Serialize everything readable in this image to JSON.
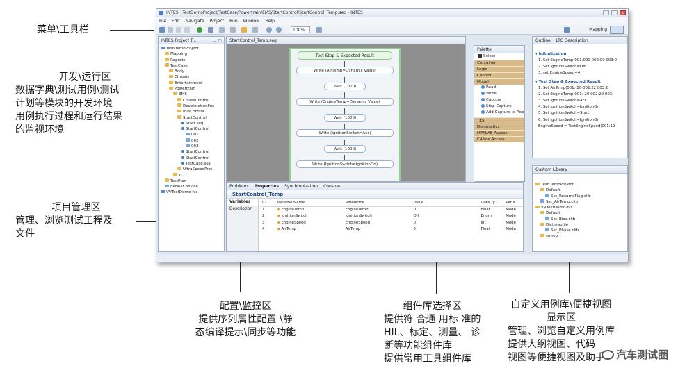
{
  "annotations": {
    "menu_toolbar": "菜单\\工具栏",
    "dev": {
      "title": "开发\\运行区",
      "line1": "数据字典\\测试用例\\测试",
      "line2": "计划等模块的开发环境",
      "line3": "用例执行过程和运行结果",
      "line4": "的监视环境"
    },
    "project": {
      "title": "项目管理区",
      "line1": "管理、浏览测试工程及",
      "line2": "文件"
    },
    "config": {
      "title": "配置\\监控区",
      "line1": "提供序列属性配置  \\静",
      "line2": "态编译提示\\同步等功能"
    },
    "component": {
      "title": "组件库选择区",
      "line1": "提供符 合通 用标 准的",
      "line2": "HIL、标定、测量、 诊",
      "line3": "断等功能组件库",
      "line4": "提供常用工具组件库"
    },
    "custom": {
      "title": "自定义用例库\\便捷视图",
      "line1": "显示区",
      "line2": "管理、浏览自定义用例库",
      "line3": "提供大纲视图、代码",
      "line4": "视图等便捷视图及助手"
    }
  },
  "watermark": "汽车测试圈",
  "window": {
    "title": "INTES · TestDemoProject/TestCase/Powertrain/EMS/StartControl/StartControl_Temp.seq - INTES",
    "close_glyph": "x",
    "menus": [
      "File",
      "Edit",
      "Navigate",
      "Project",
      "Run",
      "Window",
      "Help"
    ],
    "zoom": "100%",
    "perspective": "Mapping"
  },
  "explorer": {
    "tab": "INTES Project T...",
    "items": [
      {
        "label": "TestDemoProject",
        "level": 0,
        "icon": "proj"
      },
      {
        "label": "Mapping",
        "level": 1,
        "icon": "fold"
      },
      {
        "label": "Reports",
        "level": 1,
        "icon": "fold"
      },
      {
        "label": "TestCase",
        "level": 1,
        "icon": "fold"
      },
      {
        "label": "Body",
        "level": 2,
        "icon": "fold"
      },
      {
        "label": "Chassis",
        "level": 2,
        "icon": "fold"
      },
      {
        "label": "Entertainment",
        "level": 2,
        "icon": "fold"
      },
      {
        "label": "Powertrain",
        "level": 2,
        "icon": "fold"
      },
      {
        "label": "EMS",
        "level": 3,
        "icon": "fold"
      },
      {
        "label": "CruiseControl",
        "level": 4,
        "icon": "fold"
      },
      {
        "label": "DecelerationFuc",
        "level": 4,
        "icon": "fold"
      },
      {
        "label": "IdleControl",
        "level": 4,
        "icon": "fold"
      },
      {
        "label": "StartControl",
        "level": 4,
        "icon": "fold"
      },
      {
        "label": "Start.seq",
        "level": 5,
        "icon": "dot"
      },
      {
        "label": "StartControl",
        "level": 5,
        "icon": "dot"
      },
      {
        "label": "001",
        "level": 6,
        "icon": "file"
      },
      {
        "label": "002",
        "level": 6,
        "icon": "file"
      },
      {
        "label": "003",
        "level": 6,
        "icon": "file"
      },
      {
        "label": "StartControl",
        "level": 5,
        "icon": "dot"
      },
      {
        "label": "StartControl",
        "level": 5,
        "icon": "dot"
      },
      {
        "label": "TestCase.ssa",
        "level": 5,
        "icon": "dot"
      },
      {
        "label": "UltraSpeedProt",
        "level": 4,
        "icon": "fold"
      },
      {
        "label": "TCU",
        "level": 3,
        "icon": "fold"
      },
      {
        "label": "TestPlan",
        "level": 1,
        "icon": "fold"
      },
      {
        "label": "default.device",
        "level": 1,
        "icon": "file"
      },
      {
        "label": "VVTestDemo-hls",
        "level": 0,
        "icon": "proj"
      }
    ]
  },
  "editor": {
    "tab": "StartControl_Temp.seq",
    "head": "Test Step & Expected Result",
    "steps": [
      "Write (AirTemp=Dynamic Value)",
      "Wait (1000)",
      "Write (EngineTemp=Dynamic Value)",
      "Wait (1000)",
      "Write (IgnitionSwitch=Acc)",
      "Wait (1000)",
      "Write (IgnitionSwitch=IgnitionOn)"
    ]
  },
  "palette": {
    "title": "Palette",
    "select": "Select",
    "cats_top": [
      "Container",
      "Logic",
      "Control",
      "Model"
    ],
    "model_items": [
      "Read",
      "Write",
      "Capture",
      "Stop Capture",
      "Add Capture to Report"
    ],
    "cats_bottom": [
      "TES",
      "Diagnostics",
      "MATLAB Access",
      "CANoe Access"
    ]
  },
  "outline": {
    "tab1": "Outline",
    "tab2": "LTC Description",
    "sec1": "Initialization",
    "sec1_rows": [
      "1. Set EngineTemp(001:000-002:00 003:0",
      "2. Set IgnitionSwitch=Off",
      "3. set EngineSpeed=4"
    ],
    "sec2": "Test Step & Expected Result",
    "sec2_rows": [
      "1. Set AirTemp(001:-20-002:22 003:2",
      "2. Set EngineTemp(001:-20-002:22 003:",
      "3. Set IgnitionSwitch=Acc",
      "4. Set IgnitionSwitch=IgnitionOn",
      "5. Set IgnitionSwitch=Start",
      "6. Set IgnitionSwitch=IgnitionOn",
      "EngineSpeed = TestEngineSpeed(001:12"
    ]
  },
  "library": {
    "tab": "Custom Library",
    "items": [
      {
        "label": "TestDemoProject",
        "level": 0
      },
      {
        "label": "Default",
        "level": 1
      },
      {
        "label": "Set_ResumeFlag.clib",
        "level": 2
      },
      {
        "label": "Set_AirTemp.clib",
        "level": 1
      },
      {
        "label": "VVTestDemo-hls",
        "level": 0
      },
      {
        "label": "Default",
        "level": 1
      },
      {
        "label": "Set_Bias.clib",
        "level": 2
      },
      {
        "label": "Dictmapfile",
        "level": 1
      },
      {
        "label": "Set_Phase.clib",
        "level": 2
      },
      {
        "label": "subVV",
        "level": 1
      }
    ]
  },
  "bottom": {
    "tabs": [
      "Problems",
      "Properties",
      "Synchronization",
      "Console"
    ],
    "title": "StartControl_Temp",
    "side_tabs": [
      "Variables",
      "Description"
    ],
    "columns": [
      "ID",
      "Variable Name",
      "Reference",
      "Value",
      "Data Ty...",
      "Varia"
    ],
    "rows": [
      [
        "1",
        "EngineTemp",
        "EngineTemp",
        "0",
        "Float",
        "Mode"
      ],
      [
        "2",
        "IgnitionSwitch",
        "IgnitionSwitch",
        "Off",
        "Enum",
        "Mode"
      ],
      [
        "3",
        "EngineSpeed",
        "EngineSpeed",
        "0",
        "Int",
        "Mode"
      ],
      [
        "4",
        "AirTemp",
        "AirTemp",
        "0",
        "Float",
        "Mode"
      ]
    ]
  }
}
